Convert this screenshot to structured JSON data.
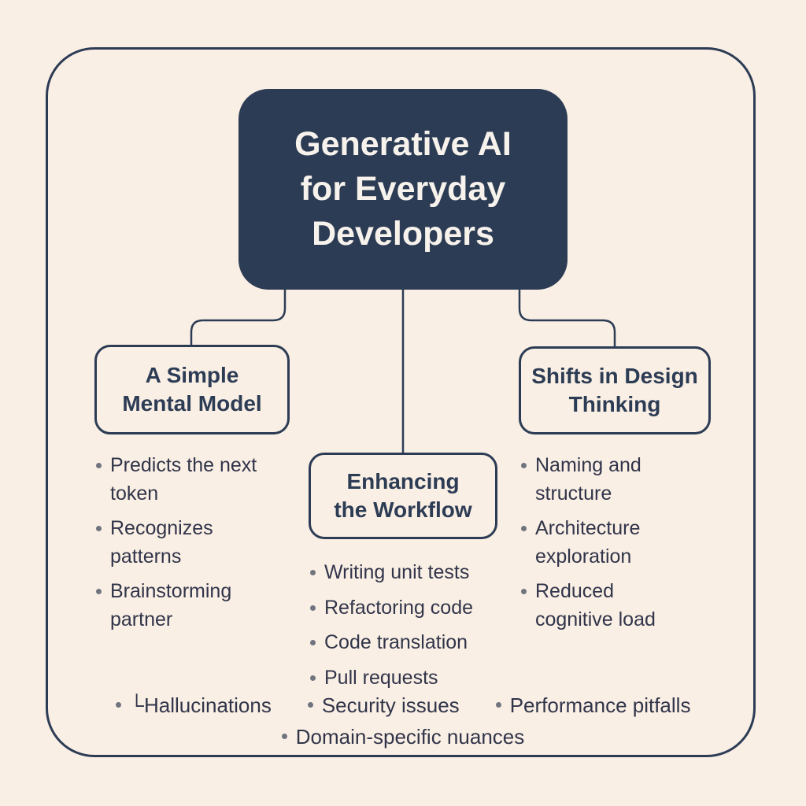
{
  "diagram": {
    "root": {
      "title": "Generative AI for Everyday Developers"
    },
    "branches": [
      {
        "label": "A Simple Mental Model",
        "bullets": [
          "Predicts the next token",
          "Recognizes patterns",
          "Brainstorming partner"
        ]
      },
      {
        "label": "Enhancing the Workflow",
        "bullets": [
          "Writing unit tests",
          "Refactoring code",
          "Code translation",
          "Pull requests"
        ]
      },
      {
        "label": "Shifts in Design Thinking",
        "bullets": [
          "Naming and structure",
          "Architecture exploration",
          "Reduced cognitive load"
        ]
      }
    ],
    "footer": {
      "line1": [
        "└Hallucinations",
        "Security issues",
        "Performance pitfalls"
      ],
      "line2": [
        "Domain-specific nuances"
      ]
    },
    "colors": {
      "background": "#f9efe4",
      "navy": "#2d3c55",
      "text": "#31344a",
      "bullet_dot": "#70747f"
    }
  }
}
